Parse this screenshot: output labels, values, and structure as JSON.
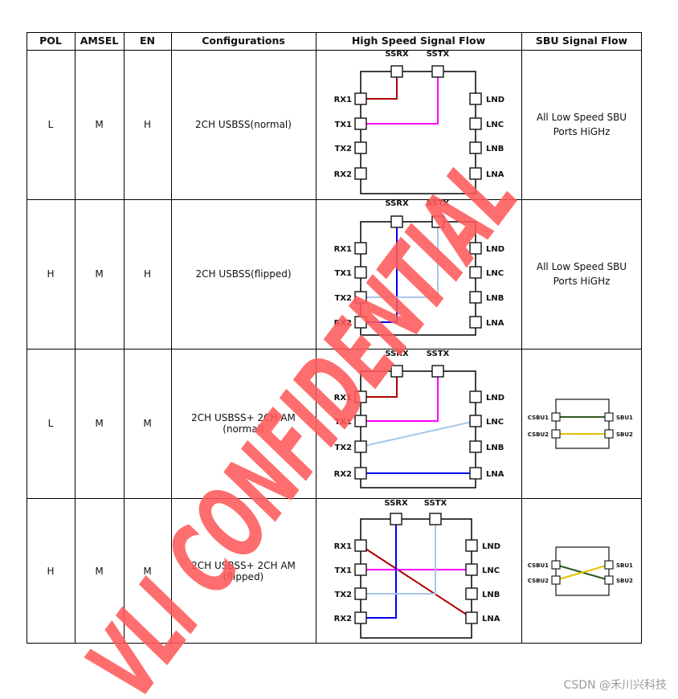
{
  "headers": [
    "POL",
    "AMSEL",
    "EN",
    "Configurations",
    "High Speed Signal Flow",
    "SBU Signal Flow"
  ],
  "rows": [
    {
      "pol": "L",
      "amsel": "M",
      "en": "H",
      "config": "2CH USBSS(normal)",
      "sbu_text": "All Low Speed SBU Ports HiGHz"
    },
    {
      "pol": "H",
      "amsel": "M",
      "en": "H",
      "config": "2CH USBSS(flipped)",
      "sbu_text": "All Low Speed SBU Ports HiGHz"
    },
    {
      "pol": "L",
      "amsel": "M",
      "en": "M",
      "config": "2CH USBSS+ 2CH AM (normal)",
      "sbu_text": ""
    },
    {
      "pol": "H",
      "amsel": "M",
      "en": "M",
      "config": "2CH USBSS+ 2CH AM (flipped)",
      "sbu_text": ""
    }
  ],
  "pins": {
    "top": [
      "SSRX",
      "SSTX"
    ],
    "left": [
      "RX1",
      "TX1",
      "TX2",
      "RX2"
    ],
    "right": [
      "LND",
      "LNC",
      "LNB",
      "LNA"
    ],
    "sbu_left": [
      "CSBU1",
      "CSBU2"
    ],
    "sbu_right": [
      "SBU1",
      "SBU2"
    ]
  },
  "colors": {
    "dark_red": "#b00000",
    "magenta": "#ff00ff",
    "blue": "#0000ee",
    "light_blue": "#a9c8e6",
    "dark_green": "#2d5a1e",
    "yellow": "#e6c200",
    "watermark": "#ff5a5a"
  },
  "watermark": "VLI CONFIDENTIAL",
  "footer": "CSDN @禾川兴科技"
}
